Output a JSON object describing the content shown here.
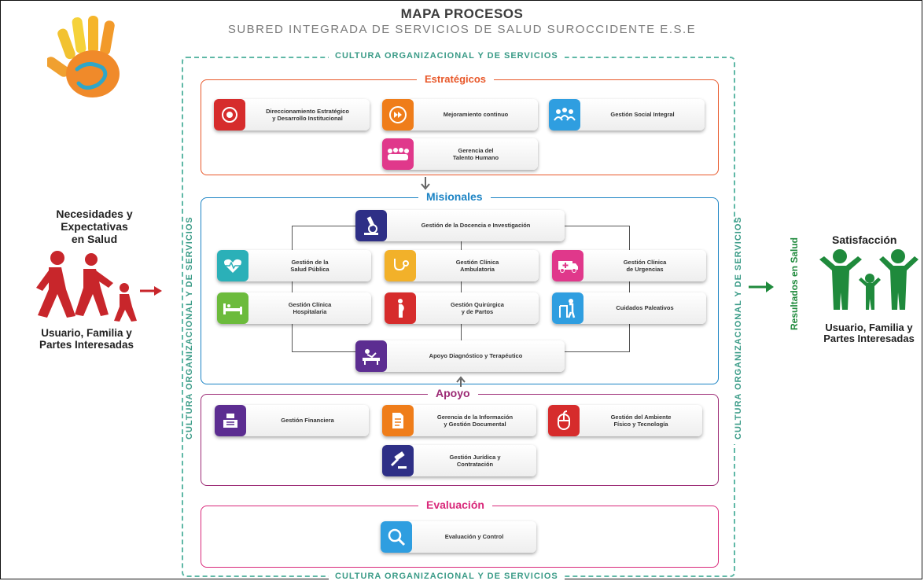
{
  "header": {
    "title": "MAPA PROCESOS",
    "subtitle": "SUBRED INTEGRADA DE SERVICIOS DE SALUD SUROCCIDENTE E.S.E"
  },
  "culture": {
    "top": "CULTURA ORGANIZACIONAL Y DE SERVICIOS",
    "bottom": "CULTURA ORGANIZACIONAL Y DE SERVICIOS",
    "left": "CULTURA ORGANIZACIONAL Y DE SERVICIOS",
    "right": "CULTURA ORGANIZACIONAL Y DE SERVICIOS"
  },
  "left_panel": {
    "needs": [
      "Necesidades y",
      "Expectativas",
      "en Salud"
    ],
    "stakeholders": [
      "Usuario, Familia y",
      "Partes Interesadas"
    ]
  },
  "right_panel": {
    "results": "Resultados en Salud",
    "satisfaction": "Satisfacción",
    "stakeholders": [
      "Usuario, Familia y",
      "Partes Interesadas"
    ]
  },
  "sections": {
    "estrategicos": {
      "label": "Estratégicos",
      "color": "#e8582a",
      "items": [
        {
          "label1": "Direccionamiento Estratégico",
          "label2": "y Desarrollo Institucional",
          "color": "#d62c2c",
          "icon": "target-icon"
        },
        {
          "label1": "Mejoramiento continuo",
          "label2": "",
          "color": "#ef7d1a",
          "icon": "fast-forward-icon"
        },
        {
          "label1": "Gestión Social Integral",
          "label2": "",
          "color": "#2f9ee0",
          "icon": "people-group-icon"
        },
        {
          "label1": "Gerencia del",
          "label2": "Talento Humano",
          "color": "#e0388b",
          "icon": "team-icon"
        }
      ]
    },
    "misionales": {
      "label": "Misionales",
      "color": "#1b83c4",
      "items": [
        {
          "label1": "Gestión de la Docencia e Investigación",
          "label2": "",
          "color": "#2e2f86",
          "icon": "microscope-icon"
        },
        {
          "label1": "Gestión de la",
          "label2": "Salud Pública",
          "color": "#2bb0b8",
          "icon": "heart-pulse-icon"
        },
        {
          "label1": "Gestión Clínica",
          "label2": "Ambulatoria",
          "color": "#f2b12a",
          "icon": "stethoscope-icon"
        },
        {
          "label1": "Gestión Clínica",
          "label2": "de Urgencias",
          "color": "#e0388b",
          "icon": "ambulance-icon"
        },
        {
          "label1": "Gestión Clínica",
          "label2": "Hospitalaria",
          "color": "#6cbb3c",
          "icon": "bed-icon"
        },
        {
          "label1": "Gestión Quirúrgica",
          "label2": "y de Partos",
          "color": "#d62c2c",
          "icon": "pregnant-icon"
        },
        {
          "label1": "Cuidados Paleativos",
          "label2": "",
          "color": "#2f9ee0",
          "icon": "walker-icon"
        },
        {
          "label1": "Apoyo Diagnóstico y Terapéutico",
          "label2": "",
          "color": "#5c2d91",
          "icon": "therapy-icon"
        }
      ]
    },
    "apoyo": {
      "label": "Apoyo",
      "color": "#9c2a75",
      "items": [
        {
          "label1": "Gestión Financiera",
          "label2": "",
          "color": "#5c2d91",
          "icon": "cash-register-icon"
        },
        {
          "label1": "Gerencia de la Información",
          "label2": "y Gestión Documental",
          "color": "#ef7d1a",
          "icon": "document-icon"
        },
        {
          "label1": "Gestión del Ambiente",
          "label2": "Físico y Tecnología",
          "color": "#d62c2c",
          "icon": "mouse-icon"
        },
        {
          "label1": "Gestión Jurídica y",
          "label2": "Contratación",
          "color": "#2e2f86",
          "icon": "gavel-icon"
        }
      ]
    },
    "evaluacion": {
      "label": "Evaluación",
      "color": "#d9287a",
      "items": [
        {
          "label1": "Evaluación y Control",
          "label2": "",
          "color": "#2f9ee0",
          "icon": "magnifier-icon"
        }
      ]
    }
  }
}
